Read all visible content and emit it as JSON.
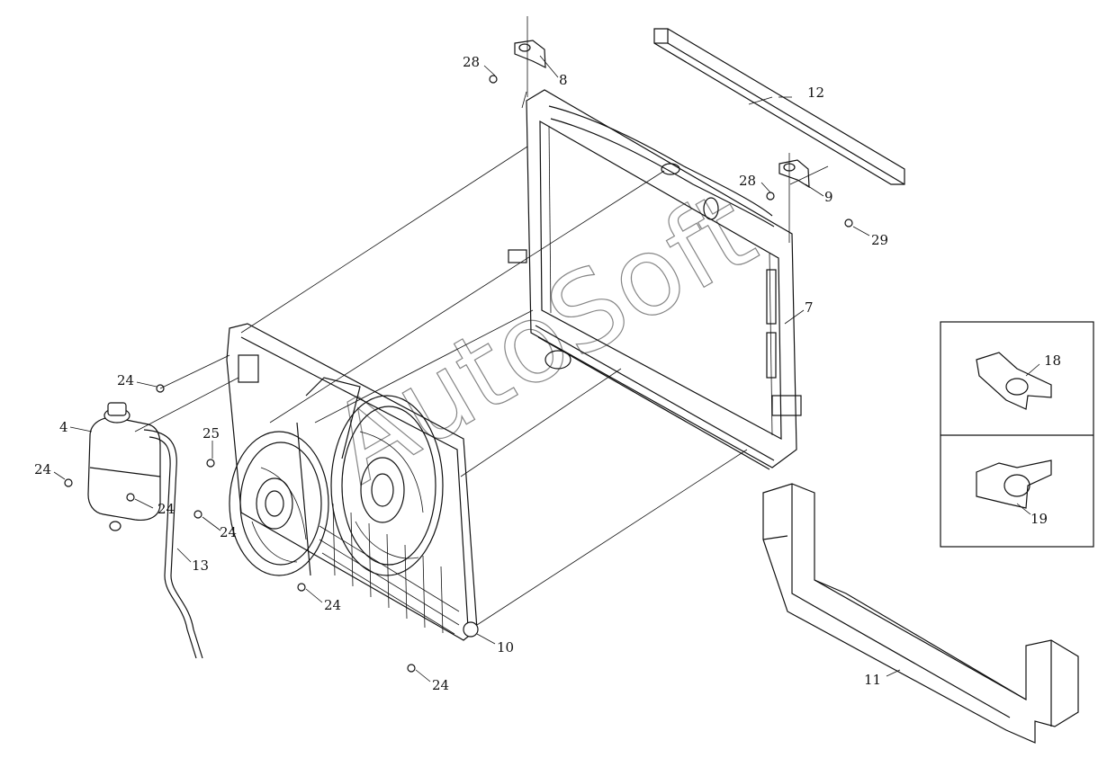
{
  "watermark": "AutoSoft",
  "callouts": {
    "c4": "4",
    "c7": "7",
    "c8": "8",
    "c9": "9",
    "c10": "10",
    "c11": "11",
    "c12": "12",
    "c13": "13",
    "c18": "18",
    "c19": "19",
    "c24a": "24",
    "c24b": "24",
    "c24c": "24",
    "c24d": "24",
    "c24e": "24",
    "c24f": "24",
    "c25": "25",
    "c28a": "28",
    "c28b": "28",
    "c29": "29"
  }
}
